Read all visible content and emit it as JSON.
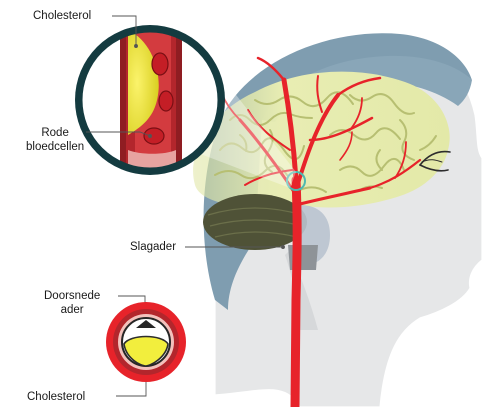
{
  "labels": {
    "cholesterol_top": "Cholesterol",
    "red_blood_cells": "Rode\nbloedcellen",
    "artery": "Slagader",
    "cross_section": "Doorsnede\nader",
    "cholesterol_bottom": "Cholesterol"
  },
  "colors": {
    "head_skin": "#e6e7e8",
    "hair_blue": "#7f9db0",
    "brain_yellow": "#e8edb3",
    "brain_fold": "#b7bf72",
    "cerebellum": "#4f5237",
    "artery_red": "#e7232a",
    "plaque_yellow": "#f2ee3d",
    "magnifier_ring": "#143b40",
    "highlight_teal": "#4fb8b0"
  }
}
